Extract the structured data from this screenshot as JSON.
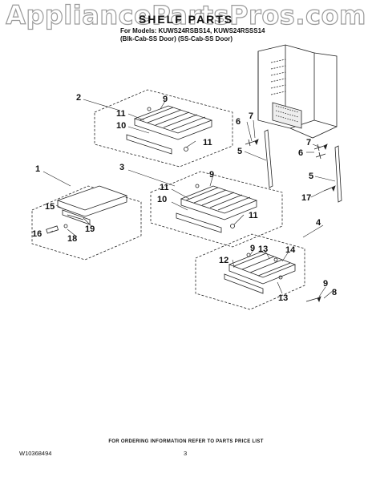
{
  "watermark": "AppliancePartsPros.com",
  "header": {
    "title": "SHELF PARTS",
    "models_line": "For Models: KUWS24RSBS14, KUWS24RSSS14",
    "variants_line": "(Blk-Cab-SS Door)   (SS-Cab-SS Door)"
  },
  "callouts": [
    "1",
    "2",
    "3",
    "4",
    "5",
    "5",
    "6",
    "6",
    "7",
    "7",
    "8",
    "9",
    "9",
    "9",
    "9",
    "10",
    "10",
    "11",
    "11",
    "11",
    "11",
    "12",
    "13",
    "13",
    "14",
    "15",
    "16",
    "17",
    "18",
    "19"
  ],
  "footer": {
    "ordering_note": "FOR ORDERING INFORMATION REFER TO PARTS PRICE LIST",
    "doc_number": "W10368494",
    "page_number": "3"
  }
}
